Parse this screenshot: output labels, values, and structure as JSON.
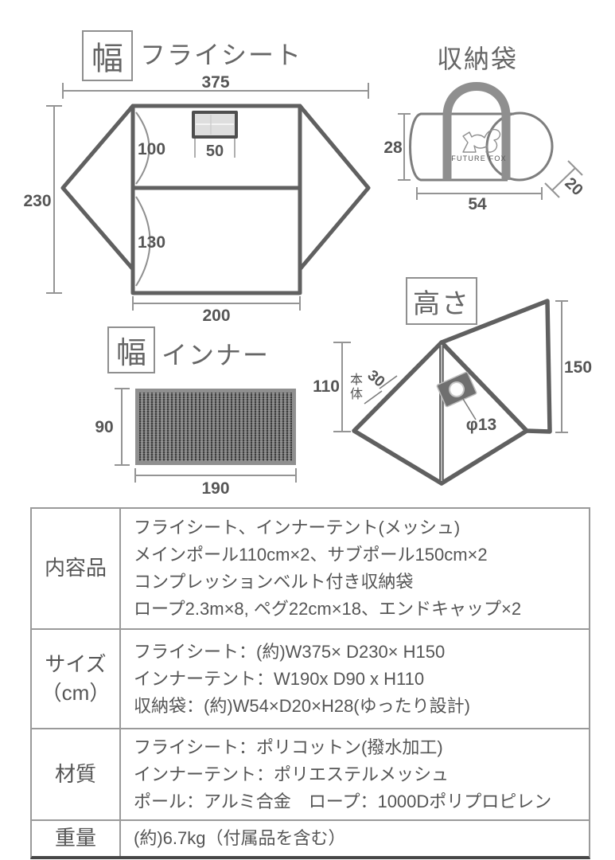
{
  "colors": {
    "diagram_line": "#606060",
    "dim_line": "#949494",
    "text": "#555555",
    "title": "#666666",
    "table_border": "#9a9a9a",
    "table_bottom_border": "#474747",
    "strap": "#8f8f8f",
    "mesh_dark": "#3e3e3e",
    "mesh_base": "#919191"
  },
  "flysheet": {
    "tag": "幅",
    "title": "フライシート",
    "dims": {
      "top_width": "375",
      "depth": "230",
      "upper_panel": "100",
      "lower_panel": "130",
      "window_width": "50",
      "bottom_width": "200"
    }
  },
  "storage_bag": {
    "title": "収納袋",
    "brand": "FUTURE FOX",
    "dims": {
      "height": "28",
      "width": "54",
      "depth": "20"
    }
  },
  "inner": {
    "tag": "幅",
    "title": "インナー",
    "dims": {
      "depth": "90",
      "width": "190"
    }
  },
  "height_view": {
    "title": "高さ",
    "dims": {
      "inner_height": "110",
      "body_label": "本体",
      "slope_offset": "30",
      "fly_height": "150",
      "pole_diameter": "φ13"
    }
  },
  "spec_table": {
    "rows": [
      {
        "label": "内容品",
        "label2": "",
        "lines": [
          "フライシート、インナーテント(メッシュ)",
          "メインポール110cm×2、サブポール150cm×2",
          "コンプレッションベルト付き収納袋",
          "ロープ2.3m×8, ペグ22cm×18、エンドキャップ×2"
        ]
      },
      {
        "label": "サイズ",
        "label2": "（cm）",
        "lines": [
          "フライシート：(約)W375× D230× H150",
          "インナーテント：W190x D90 x H110",
          "収納袋：(約)W54×D20×H28(ゆったり設計)"
        ]
      },
      {
        "label": "材質",
        "label2": "",
        "lines": [
          "フライシート：ポリコットン(撥水加工)",
          "インナーテント：ポリエステルメッシュ",
          "ポール：アルミ合金　ロープ：1000Dポリプロピレン"
        ]
      },
      {
        "label": "重量",
        "label2": "",
        "lines": [
          "(約)6.7kg（付属品を含む）"
        ]
      }
    ]
  }
}
